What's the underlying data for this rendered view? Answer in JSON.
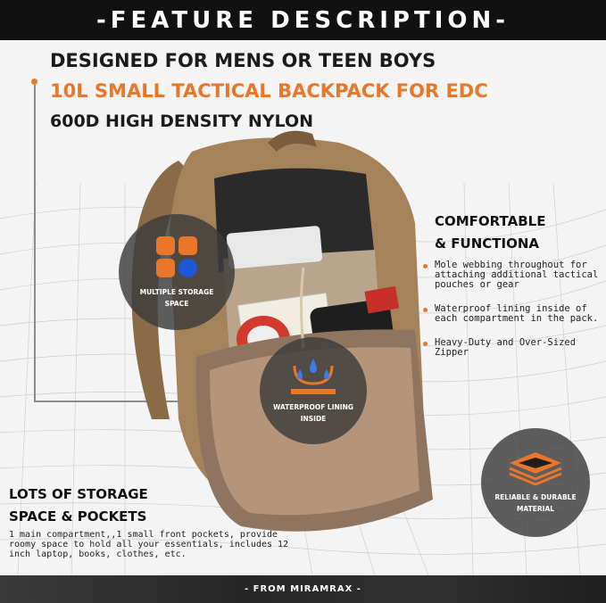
{
  "banner": {
    "title": "-FEATURE DESCRIPTION-"
  },
  "headlines": [
    "DESIGNED FOR MENS OR TEEN BOYS",
    "10L SMALL TACTICAL BACKPACK FOR EDC",
    "600D HIGH DENSITY NYLON"
  ],
  "colors": {
    "accent": "#e8772a",
    "dark": "#111111",
    "blue": "#1f57d6",
    "tan": "#a4825a"
  },
  "features": {
    "storage": {
      "icon": "storage-grid-icon",
      "caption": "MULTIPLE STORAGE SPACE"
    },
    "waterproof": {
      "icon": "waterproof-drop-icon",
      "caption": "WATERPROOF LINING INSIDE"
    },
    "durable": {
      "icon": "layered-fabric-icon",
      "caption": "RELIABLE & DURABLE MATERIAL"
    }
  },
  "comfort": {
    "title_line1": "COMFORTABLE",
    "title_line2": "& FUNCTIONA",
    "bullets": [
      "Mole webbing throughout for attaching additional tactical pouches or gear",
      "Waterproof lining inside of each compartment in the pack.",
      "Heavy-Duty and Over-Sized Zipper"
    ]
  },
  "storage": {
    "title_line1": "LOTS OF STORAGE",
    "title_line2": "SPACE & POCKETS",
    "description": "1 main compartment,,1 small front pockets, provide roomy space to hold all your essentials, includes 12 inch laptop, books, clothes, etc."
  },
  "footer": {
    "text": "- FROM MIRAMRAX -"
  }
}
